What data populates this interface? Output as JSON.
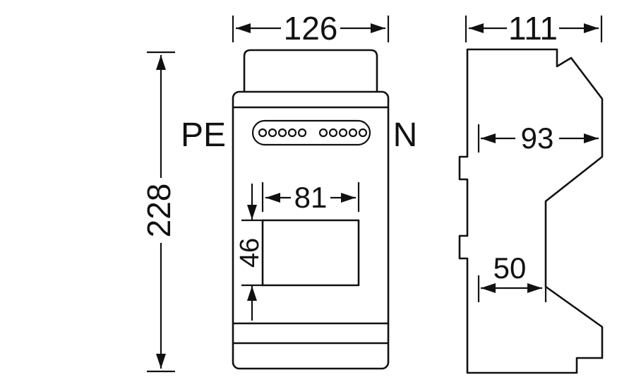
{
  "page": {
    "background": "#ffffff",
    "line_color": "#111111"
  },
  "front_view": {
    "width_label": "126",
    "height_label": "228",
    "pe_label": "PE",
    "n_label": "N",
    "window_width_label": "81",
    "window_height_label": "46",
    "terminal_hole_groups": 2,
    "terminal_holes_per_group": 5
  },
  "side_view": {
    "width_label": "111",
    "depth_label": "93",
    "base_depth_label": "50"
  }
}
